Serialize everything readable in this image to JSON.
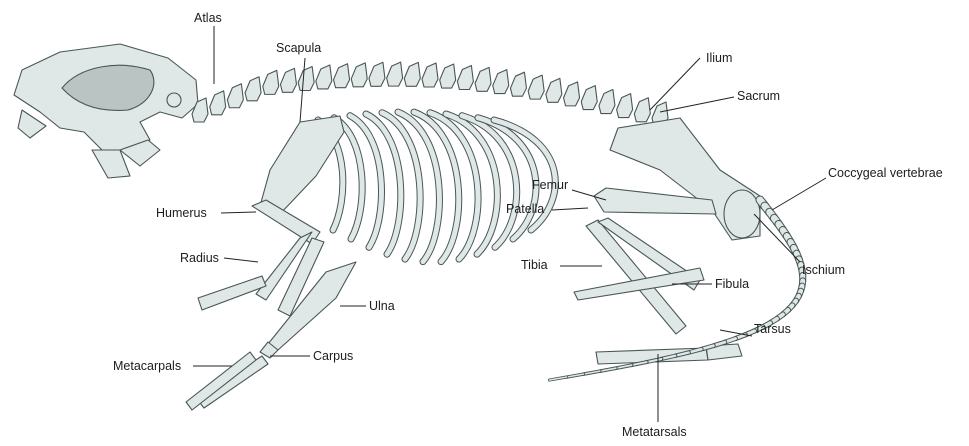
{
  "diagram": {
    "colors": {
      "bone_fill": "#dfe7e7",
      "bone_outline": "#4a5656",
      "skull_shade": "#b9c4c3",
      "label_text": "#1c1c1c"
    },
    "labels": {
      "atlas": "Atlas",
      "scapula": "Scapula",
      "ilium": "Ilium",
      "sacrum": "Sacrum",
      "coccygeal_vertebrae": "Coccygeal vertebrae",
      "femur": "Femur",
      "patella": "Patella",
      "humerus": "Humerus",
      "radius": "Radius",
      "ischium": "Ischium",
      "tibia": "Tibia",
      "fibula": "Fibula",
      "ulna": "Ulna",
      "tarsus": "Tarsus",
      "metacarpals": "Metacarpals",
      "carpus": "Carpus",
      "metatarsals": "Metatarsals"
    }
  }
}
